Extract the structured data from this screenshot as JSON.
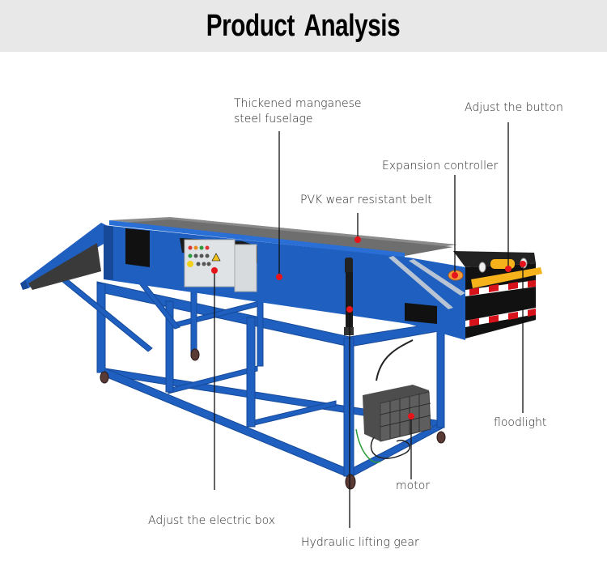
{
  "header": {
    "title": "Product Analysis",
    "background": "#e8e8e8"
  },
  "colors": {
    "frame_blue": "#1f5fbf",
    "frame_blue_dark": "#164a99",
    "belt_gray": "#6e6e6e",
    "marker_red": "#e8141c",
    "leader_line": "#111111",
    "warning_yellow": "#f5b21b",
    "reflector_red": "#d6131b"
  },
  "callouts": [
    {
      "id": "fuselage",
      "line1": "Thickened manganese",
      "line2": "steel fuselage"
    },
    {
      "id": "adjust-button",
      "text": "Adjust the button"
    },
    {
      "id": "expansion-controller",
      "text": "Expansion controller"
    },
    {
      "id": "belt",
      "text": "PVK wear resistant belt"
    },
    {
      "id": "floodlight",
      "text": "floodlight"
    },
    {
      "id": "motor",
      "text": "motor"
    },
    {
      "id": "electric-box",
      "text": "Adjust the electric box"
    },
    {
      "id": "hydraulic",
      "text": "Hydraulic lifting gear"
    }
  ]
}
